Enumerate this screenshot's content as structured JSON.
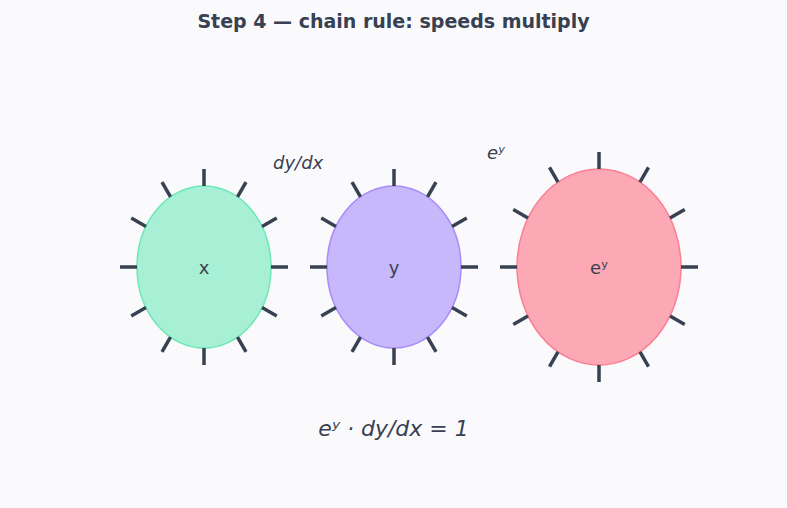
{
  "diagram": {
    "title": "Step 4 — chain rule: speeds multiply",
    "caption": "eʸ · dy/dx = 1",
    "nodes": [
      {
        "text": [
          "x"
        ]
      },
      {
        "text": [
          "y"
        ]
      },
      {
        "text": [
          "eʸ"
        ]
      }
    ],
    "labels": [
      "dy/dx",
      "eʸ"
    ]
  }
}
